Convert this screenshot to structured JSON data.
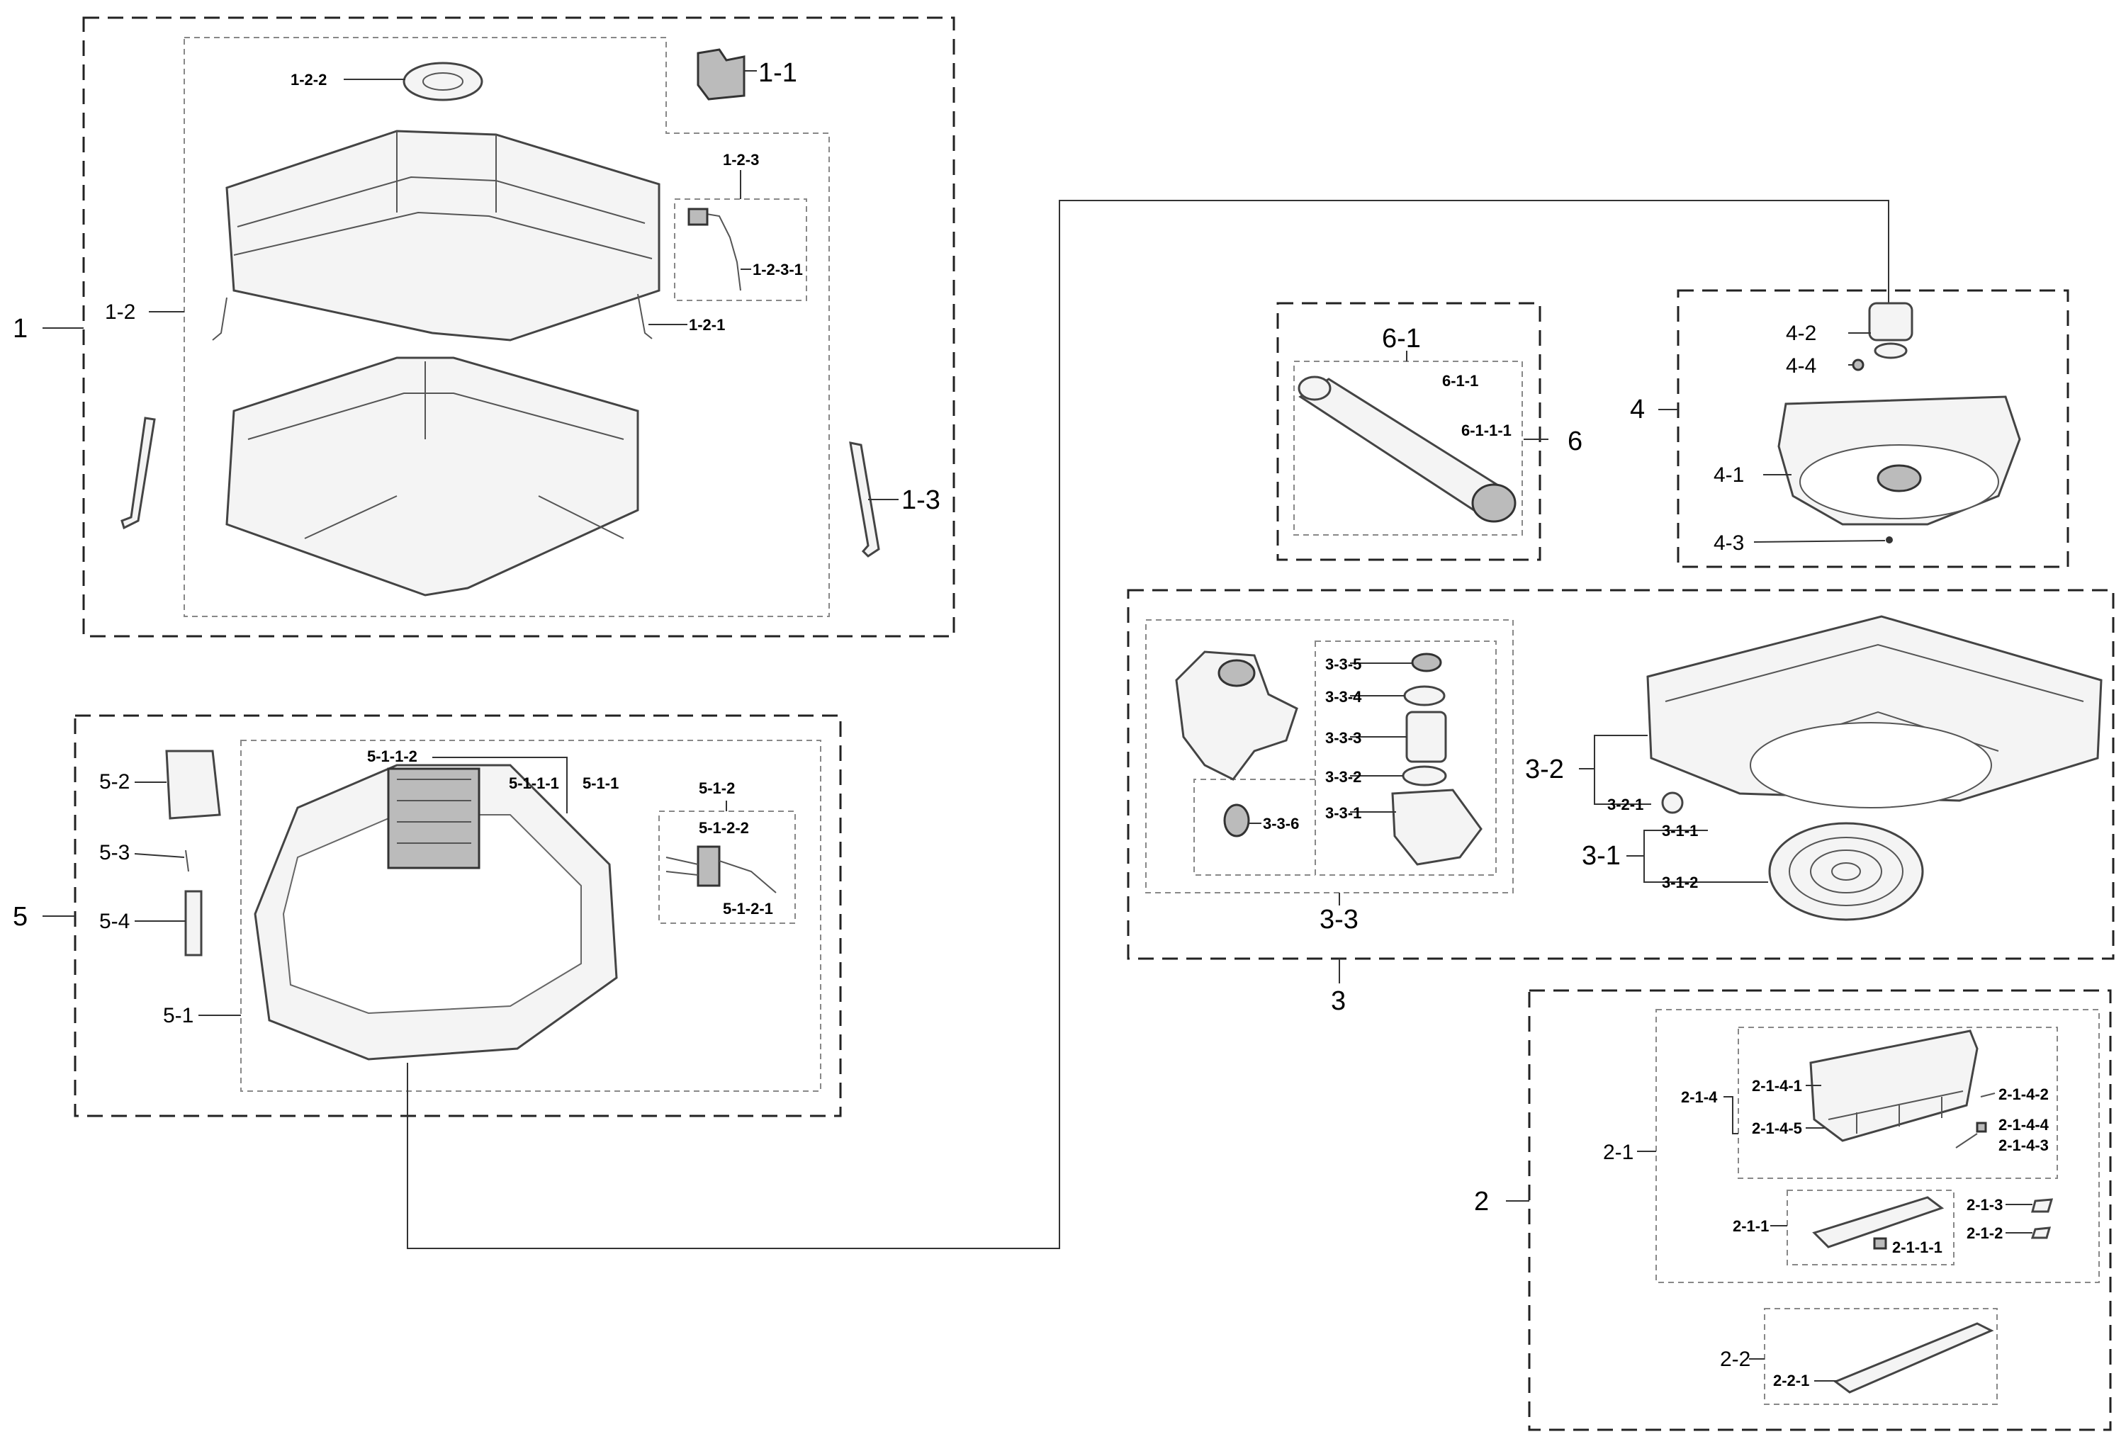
{
  "labels": {
    "g1": "1",
    "g1_1": "1-1",
    "g1_2": "1-2",
    "g1_2_1": "1-2-1",
    "g1_2_2": "1-2-2",
    "g1_2_3": "1-2-3",
    "g1_2_3_1": "1-2-3-1",
    "g1_3": "1-3",
    "g2": "2",
    "g2_1": "2-1",
    "g2_1_1": "2-1-1",
    "g2_1_1_1": "2-1-1-1",
    "g2_1_2": "2-1-2",
    "g2_1_3": "2-1-3",
    "g2_1_4": "2-1-4",
    "g2_1_4_1": "2-1-4-1",
    "g2_1_4_2": "2-1-4-2",
    "g2_1_4_3": "2-1-4-3",
    "g2_1_4_4": "2-1-4-4",
    "g2_1_4_5": "2-1-4-5",
    "g2_2": "2-2",
    "g2_2_1": "2-2-1",
    "g3": "3",
    "g3_1": "3-1",
    "g3_1_1": "3-1-1",
    "g3_1_2": "3-1-2",
    "g3_2": "3-2",
    "g3_2_1": "3-2-1",
    "g3_3": "3-3",
    "g3_3_1": "3-3-1",
    "g3_3_2": "3-3-2",
    "g3_3_3": "3-3-3",
    "g3_3_4": "3-3-4",
    "g3_3_5": "3-3-5",
    "g3_3_6": "3-3-6",
    "g4": "4",
    "g4_1": "4-1",
    "g4_2": "4-2",
    "g4_3": "4-3",
    "g4_4": "4-4",
    "g5": "5",
    "g5_1": "5-1",
    "g5_1_1": "5-1-1",
    "g5_1_1_1": "5-1-1-1",
    "g5_1_1_2": "5-1-1-2",
    "g5_1_2": "5-1-2",
    "g5_1_2_1": "5-1-2-1",
    "g5_1_2_2": "5-1-2-2",
    "g5_2": "5-2",
    "g5_3": "5-3",
    "g5_4": "5-4",
    "g6": "6",
    "g6_1": "6-1",
    "g6_1_1": "6-1-1",
    "g6_1_1_1": "6-1-1-1"
  }
}
